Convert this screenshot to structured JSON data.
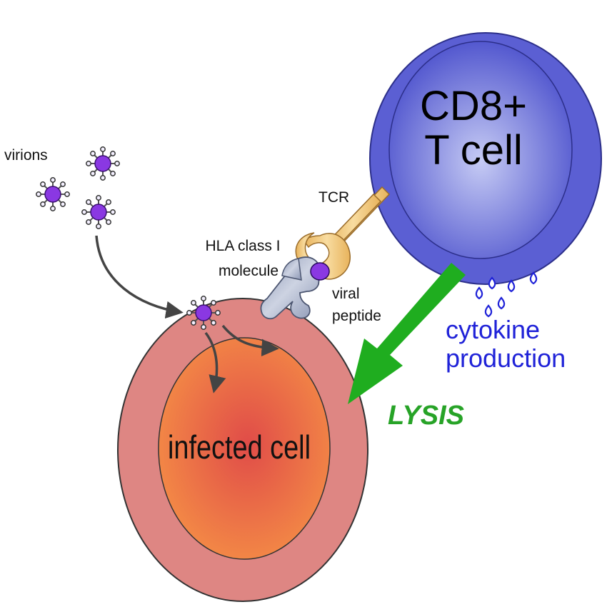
{
  "labels": {
    "virions": "virions",
    "tcr": "TCR",
    "hla_line1": "HLA class I",
    "hla_line2": "molecule",
    "viral_line1": "viral",
    "viral_line2": "peptide",
    "tcell_line1": "CD8+",
    "tcell_line2": "T cell",
    "infected": "infected cell",
    "cytokine_line1": "cytokine",
    "cytokine_line2": "production",
    "lysis": "LYSIS"
  },
  "colors": {
    "tcell_outer": "#5b5fd3",
    "tcell_inner_center": "#c4c9f3",
    "tcell_inner_edge": "#5358cf",
    "infected_outer": "#de8683",
    "infected_inner_center": "#e2504a",
    "infected_inner_edge": "#f38b47",
    "virion": "#8a38e2",
    "cytokine_text": "#1f22d8",
    "lysis_arrow": "#1fad1f",
    "lysis_text": "#27a327",
    "tcr": "#f1c477",
    "hla": "#a9b3cc",
    "pathway_arrow": "#444444"
  },
  "icons": [
    "virion-icon",
    "tcr-icon",
    "hla-molecule-icon",
    "viral-peptide-icon",
    "cytokine-droplet-icon"
  ]
}
